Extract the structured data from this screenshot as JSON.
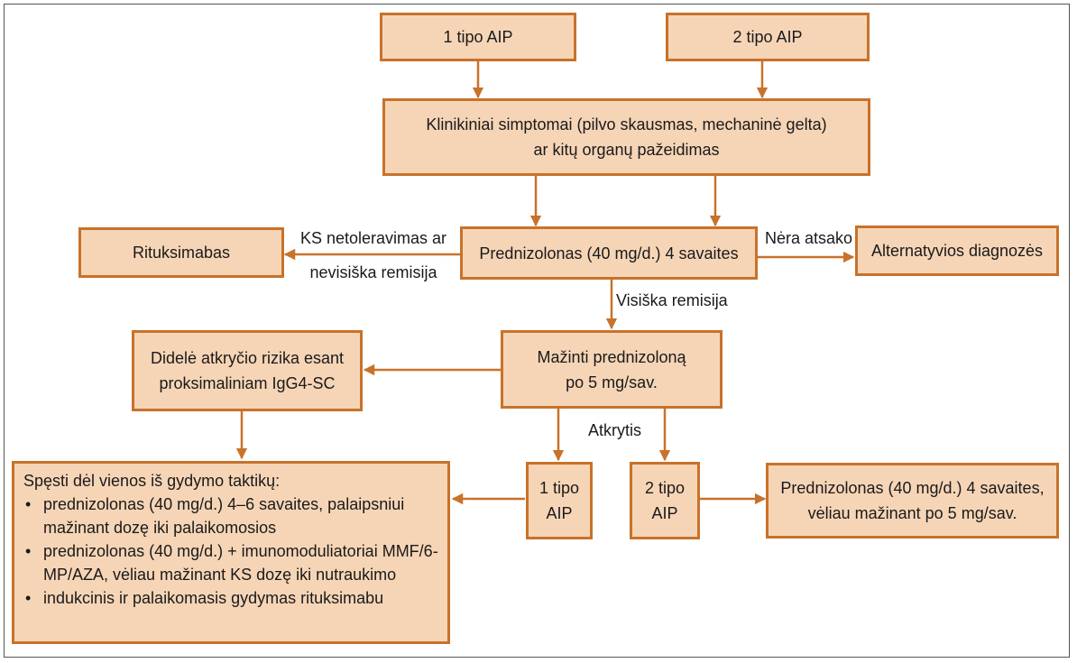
{
  "colors": {
    "box_fill": "#f6d5b7",
    "box_border": "#c8722a",
    "arrow": "#c8722a",
    "frame": "#555555"
  },
  "boxes": {
    "aip1": "1 tipo AIP",
    "aip2": "2 tipo AIP",
    "symptoms": [
      "Klinikiniai simptomai (pilvo skausmas, mechaninė gelta)",
      "ar kitų organų pažeidimas"
    ],
    "rituximab": "Rituksimabas",
    "prednisolone": "Prednizolonas (40 mg/d.) 4 savaites",
    "alternative": "Alternatyvios diagnozės",
    "high_risk": [
      "Didelė atkryčio rizika esant",
      "proksimaliniam IgG4-SC"
    ],
    "taper": [
      "Mažinti prednizoloną",
      "po 5 mg/sav."
    ],
    "relapse_aip1": [
      "1 tipo",
      "AIP"
    ],
    "relapse_aip2": [
      "2 tipo",
      "AIP"
    ],
    "pred_taper": [
      "Prednizolonas (40 mg/d.) 4 savaites,",
      "vėliau mažinant po 5 mg/sav."
    ],
    "options": {
      "heading": "Spęsti dėl vienos iš gydymo taktikų:",
      "bullet": "•",
      "items": [
        [
          "prednizolonas (40 mg/d.) 4–6 savaites, palaipsniui",
          "mažinant dozę iki palaikomosios"
        ],
        [
          "prednizolonas (40 mg/d.) + imunomoduliatoriai MMF/6-",
          "MP/AZA, vėliau mažinant KS dozę iki nutraukimo"
        ],
        [
          "indukcinis ir palaikomasis gydymas rituksimabu"
        ]
      ]
    }
  },
  "labels": {
    "ks_intolerance": [
      "KS netoleravimas ar",
      "nevisiška remisija"
    ],
    "no_response": "Nėra atsako",
    "full_remission": "Visiška remisija",
    "relapse": "Atkrytis"
  }
}
